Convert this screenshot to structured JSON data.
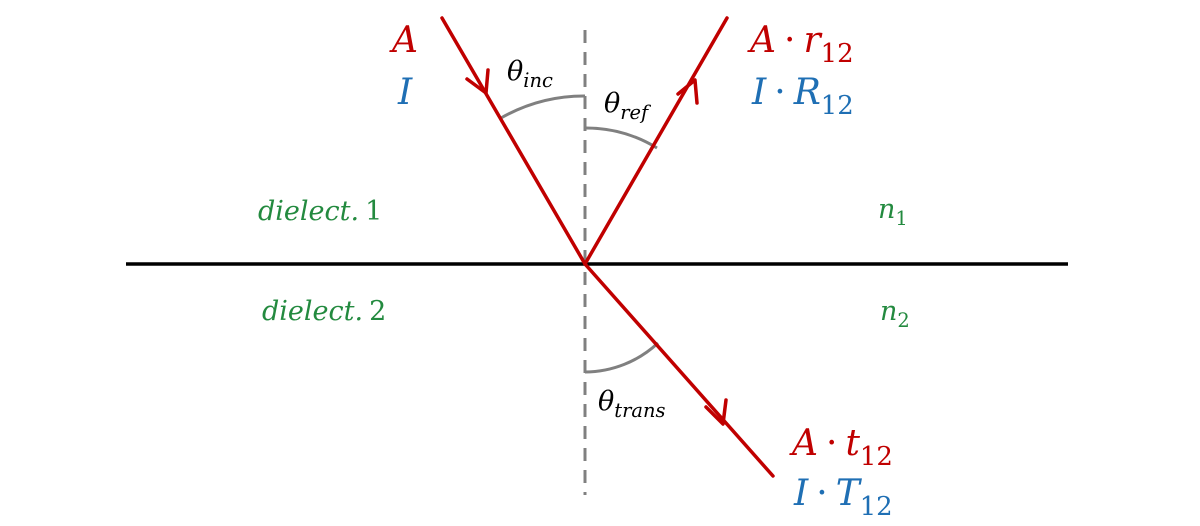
{
  "colors": {
    "ray": "#c00000",
    "intensity": "#1f6fb4",
    "medium": "#238a3f",
    "angle": "#808080",
    "interface": "#000000",
    "normal": "#808080",
    "text": "#000000"
  },
  "incident": {
    "amplitude": "A",
    "intensity": "I"
  },
  "reflected": {
    "amplitude": "A",
    "amplitude_dot": "·",
    "amplitude_symbol": "r",
    "amplitude_sub": "12",
    "intensity": "I",
    "intensity_dot": "·",
    "intensity_symbol": "R",
    "intensity_sub": "12"
  },
  "transmitted": {
    "amplitude": "A",
    "amplitude_dot": "·",
    "amplitude_symbol": "t",
    "amplitude_sub": "12",
    "intensity": "I",
    "intensity_dot": "·",
    "intensity_symbol": "T",
    "intensity_sub": "12"
  },
  "angles": {
    "incident": {
      "symbol": "θ",
      "sub": "inc"
    },
    "reflected": {
      "symbol": "θ",
      "sub": "ref"
    },
    "transmitted": {
      "symbol": "θ",
      "sub": "trans"
    }
  },
  "media": {
    "top_name": "dielect.",
    "top_num": "1",
    "top_index": "n",
    "top_index_sub": "1",
    "bottom_name": "dielect.",
    "bottom_num": "2",
    "bottom_index": "n",
    "bottom_index_sub": "2"
  }
}
